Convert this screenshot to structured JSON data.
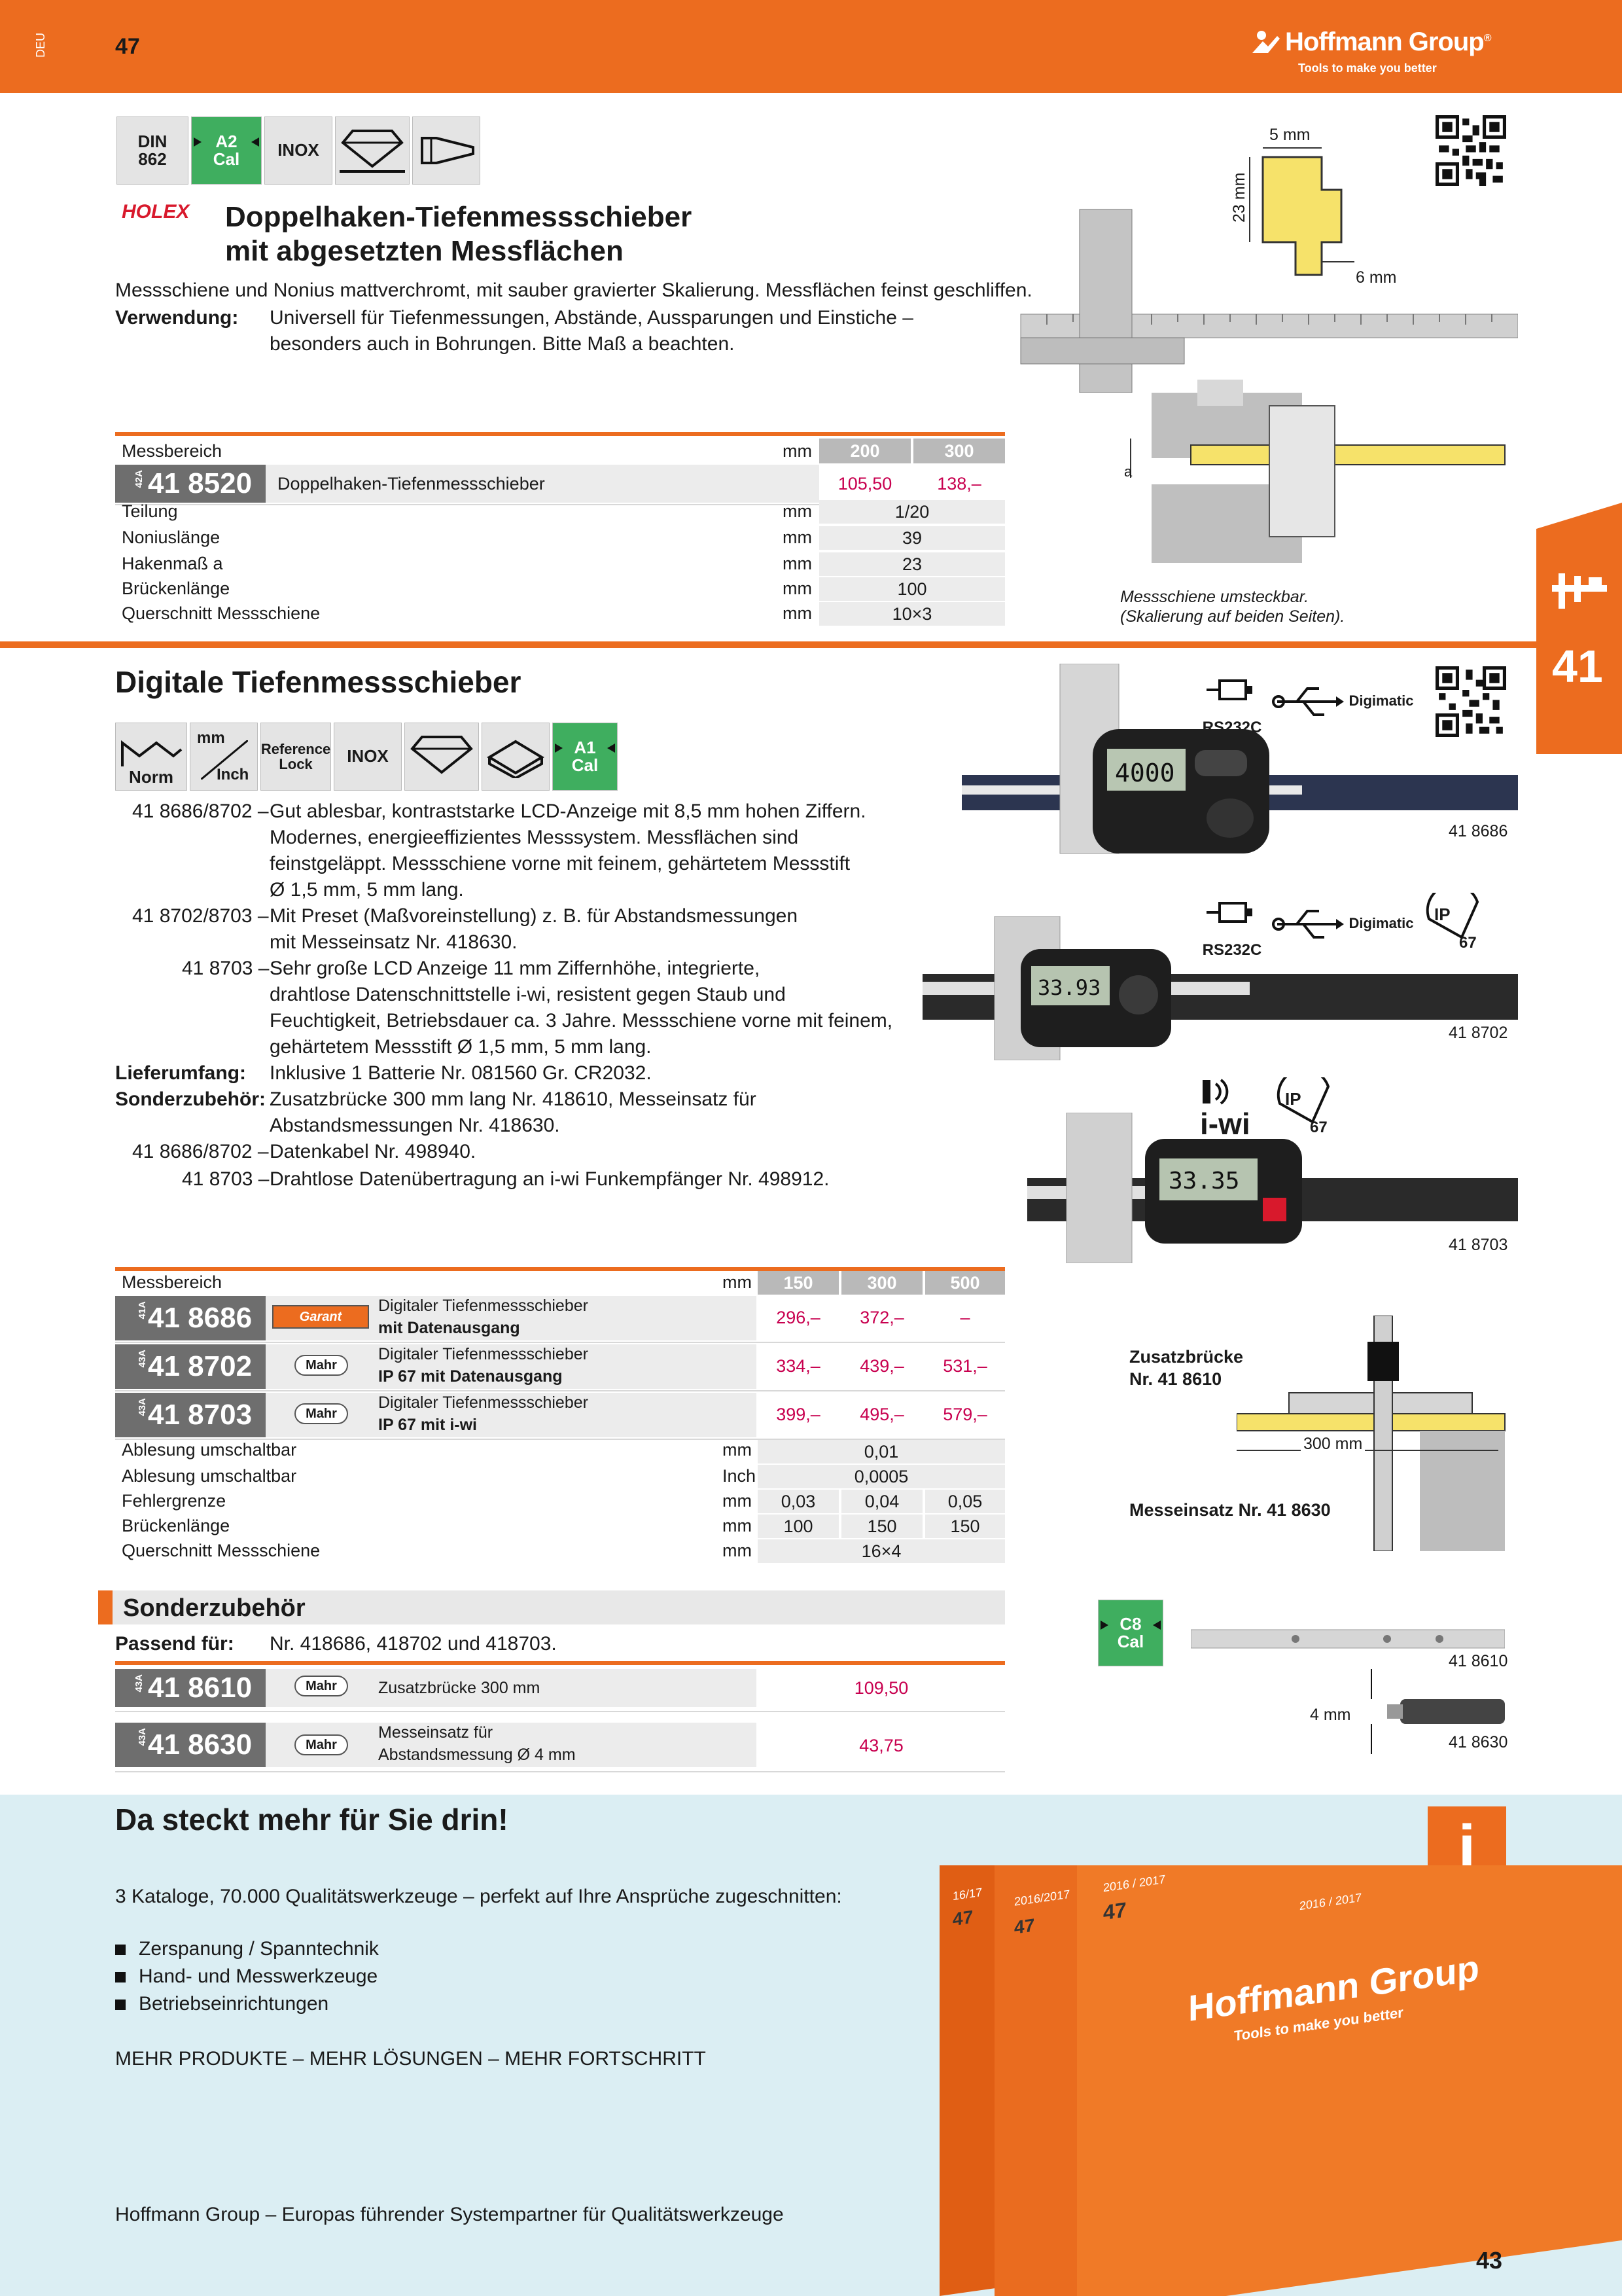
{
  "header": {
    "lang": "DEU",
    "page_number": "47",
    "brand": "Hoffmann Group",
    "tagline": "Tools to make you better"
  },
  "side_tab": {
    "number": "41"
  },
  "product1": {
    "badges": [
      "DIN\n862",
      "A2\nCal",
      "INOX"
    ],
    "brand": "HOLEX",
    "title_line1": "Doppelhaken-Tiefenmessschieber",
    "title_line2": "mit abgesetzten Messflächen",
    "description": "Messschiene und Nonius mattverchromt, mit sauber gravierter Skalierung. Messflächen feinst geschliffen.",
    "usage_label": "Verwendung:",
    "usage_line1": "Universell für Tiefenmessungen, Abstände, Aussparungen und Einstiche –",
    "usage_line2": "besonders auch in Bohrungen. Bitte Maß a beachten.",
    "dims": {
      "top": "5 mm",
      "side": "23 mm",
      "bottom": "6 mm",
      "a": "a"
    },
    "caption_line1": "Messschiene umsteckbar.",
    "caption_line2": "(Skalierung auf beiden Seiten).",
    "table": {
      "range_label": "Messbereich",
      "unit": "mm",
      "cols": [
        "200",
        "300"
      ],
      "article": {
        "prefix": "42A",
        "nr": "41 8520",
        "name": "Doppelhaken-Tiefenmessschieber",
        "prices": [
          "105,50",
          "138,–"
        ]
      },
      "rows": [
        {
          "label": "Teilung",
          "unit": "mm",
          "value": "1/20"
        },
        {
          "label": "Noniuslänge",
          "unit": "mm",
          "value": "39"
        },
        {
          "label": "Hakenmaß a",
          "unit": "mm",
          "value": "23"
        },
        {
          "label": "Brückenlänge",
          "unit": "mm",
          "value": "100"
        },
        {
          "label": "Querschnitt Messschiene",
          "unit": "mm",
          "value": "10×3"
        }
      ]
    }
  },
  "product2": {
    "title": "Digitale Tiefenmessschieber",
    "badges": {
      "norm": "Norm",
      "mm": "mm",
      "inch": "Inch",
      "ref1": "Reference",
      "ref2": "Lock",
      "inox": "INOX",
      "a1": "A1\nCal"
    },
    "features": [
      {
        "key": "41 8686/8702 –",
        "lines": [
          "Gut ablesbar, kontraststarke LCD-Anzeige mit 8,5 mm hohen Ziffern.",
          "Modernes, energieeffizientes Messsystem. Messflächen sind",
          "feinstgeläppt. Messschiene vorne mit feinem, gehärtetem Messstift",
          "Ø 1,5 mm, 5 mm lang."
        ]
      },
      {
        "key": "41 8702/8703 –",
        "lines": [
          "Mit Preset (Maßvoreinstellung) z. B. für Abstandsmessungen",
          "mit Messeinsatz Nr. 418630."
        ]
      },
      {
        "key": "41 8703 –",
        "lines": [
          "Sehr große LCD Anzeige 11 mm Ziffernhöhe, integrierte,",
          "drahtlose Datenschnittstelle i-wi, resistent gegen Staub und",
          "Feuchtigkeit, Betriebsdauer ca. 3 Jahre. Messschiene vorne mit feinem,",
          "gehärtetem Messstift Ø 1,5 mm, 5 mm lang."
        ]
      },
      {
        "key": "Lieferumfang:",
        "lines": [
          "Inklusive 1 Batterie Nr. 081560 Gr. CR2032."
        ]
      },
      {
        "key": "Sonderzubehör:",
        "lines": [
          "Zusatzbrücke 300 mm lang Nr. 418610, Messeinsatz für",
          "Abstandsmessungen Nr. 418630."
        ]
      },
      {
        "key": "41 8686/8702 –",
        "lines": [
          "Datenkabel Nr. 498940."
        ]
      },
      {
        "key": "41 8703 –",
        "lines": [
          "Drahtlose Datenübertragung an i-wi Funkempfänger Nr. 498912."
        ]
      }
    ],
    "icons": {
      "rs232": "RS232C",
      "digimatic": "Digimatic",
      "ip": "IP",
      "ip_num": "67",
      "iwi": "i-wi"
    },
    "img_labels": [
      "41 8686",
      "41 8702",
      "41 8703"
    ],
    "displays": [
      "4000",
      "33.93",
      "33.35"
    ],
    "table": {
      "range_label": "Messbereich",
      "unit": "mm",
      "cols": [
        "150",
        "300",
        "500"
      ],
      "articles": [
        {
          "prefix": "41A",
          "nr": "41 8686",
          "brand": "Garant",
          "name1": "Digitaler Tiefenmessschieber",
          "name2": "mit Datenausgang",
          "prices": [
            "296,–",
            "372,–",
            "–"
          ]
        },
        {
          "prefix": "43A",
          "nr": "41 8702",
          "brand": "Mahr",
          "name1": "Digitaler Tiefenmessschieber",
          "name2": "IP 67 mit Datenausgang",
          "prices": [
            "334,–",
            "439,–",
            "531,–"
          ]
        },
        {
          "prefix": "43A",
          "nr": "41 8703",
          "brand": "Mahr",
          "name1": "Digitaler Tiefenmessschieber",
          "name2": "IP 67 mit i-wi",
          "prices": [
            "399,–",
            "495,–",
            "579,–"
          ]
        }
      ],
      "rows": [
        {
          "label": "Ablesung umschaltbar",
          "unit": "mm",
          "values": [
            "",
            "0,01",
            ""
          ]
        },
        {
          "label": "Ablesung umschaltbar",
          "unit": "Inch",
          "values": [
            "",
            "0,0005",
            ""
          ]
        },
        {
          "label": "Fehlergrenze",
          "unit": "mm",
          "values": [
            "0,03",
            "0,04",
            "0,05"
          ]
        },
        {
          "label": "Brückenlänge",
          "unit": "mm",
          "values": [
            "100",
            "150",
            "150"
          ]
        },
        {
          "label": "Querschnitt Messschiene",
          "unit": "mm",
          "values": [
            "",
            "16×4",
            ""
          ]
        }
      ]
    },
    "diagram": {
      "bridge_label1": "Zusatzbrücke",
      "bridge_label2": "Nr. 41 8610",
      "len": "300 mm",
      "insert": "Messeinsatz Nr. 41 8630"
    }
  },
  "accessories": {
    "title": "Sonderzubehör",
    "fits_label": "Passend für:",
    "fits_text": "Nr. 418686, 418702 und 418703.",
    "badge": "C8\nCal",
    "dim": "4 mm",
    "items": [
      {
        "prefix": "43A",
        "nr": "41 8610",
        "brand": "Mahr",
        "name1": "Zusatzbrücke 300 mm",
        "name2": "",
        "price": "109,50",
        "img_label": "41 8610"
      },
      {
        "prefix": "43A",
        "nr": "41 8630",
        "brand": "Mahr",
        "name1": "Messeinsatz für",
        "name2": "Abstandsmessung Ø 4 mm",
        "price": "43,75",
        "img_label": "41 8630"
      }
    ]
  },
  "promo": {
    "title": "Da steckt mehr für Sie drin!",
    "intro": "3 Kataloge, 70.000 Qualitätswerkzeuge – perfekt auf Ihre Ansprüche zugeschnitten:",
    "bullets": [
      "Zerspanung / Spanntechnik",
      "Hand- und Messwerkzeuge",
      "Betriebseinrichtungen"
    ],
    "slogan": "MEHR PRODUKTE – MEHR LÖSUNGEN – MEHR FORTSCHRITT",
    "footer": "Hoffmann Group – Europas führender Systempartner für Qualitätswerkzeuge",
    "info_icon": "i",
    "book_years": [
      "16/17",
      "2016/2017",
      "2016 / 2017"
    ],
    "book_num": "47",
    "book_brand": "Hoffmann Group",
    "book_tagline": "Tools to make you better"
  },
  "footer_page": "43",
  "colors": {
    "orange": "#ec6c1f",
    "price_red": "#c8004f",
    "green": "#3fae5f",
    "promo_bg": "#dbeef3"
  }
}
